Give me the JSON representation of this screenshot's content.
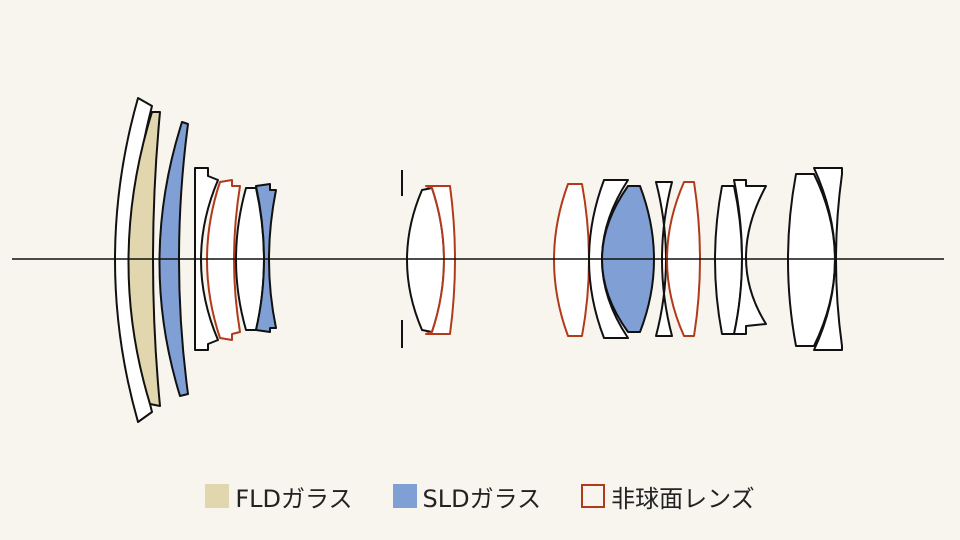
{
  "colors": {
    "background": "#f7f5ee",
    "outline": "#111111",
    "aspheric_outline": "#b23a1c",
    "fld_fill": "#e1d6ae",
    "sld_fill": "#7f9fd5",
    "plain_fill": "#ffffff"
  },
  "legend": {
    "items": [
      {
        "key": "fld",
        "label": "FLDガラス",
        "fill": "#e1d6ae",
        "stroke": "none"
      },
      {
        "key": "sld",
        "label": "SLDガラス",
        "fill": "#7f9fd5",
        "stroke": "none"
      },
      {
        "key": "aspheric",
        "label": "非球面レンズ",
        "fill": "#f7f5ee",
        "stroke": "#b23a1c"
      }
    ]
  }
}
